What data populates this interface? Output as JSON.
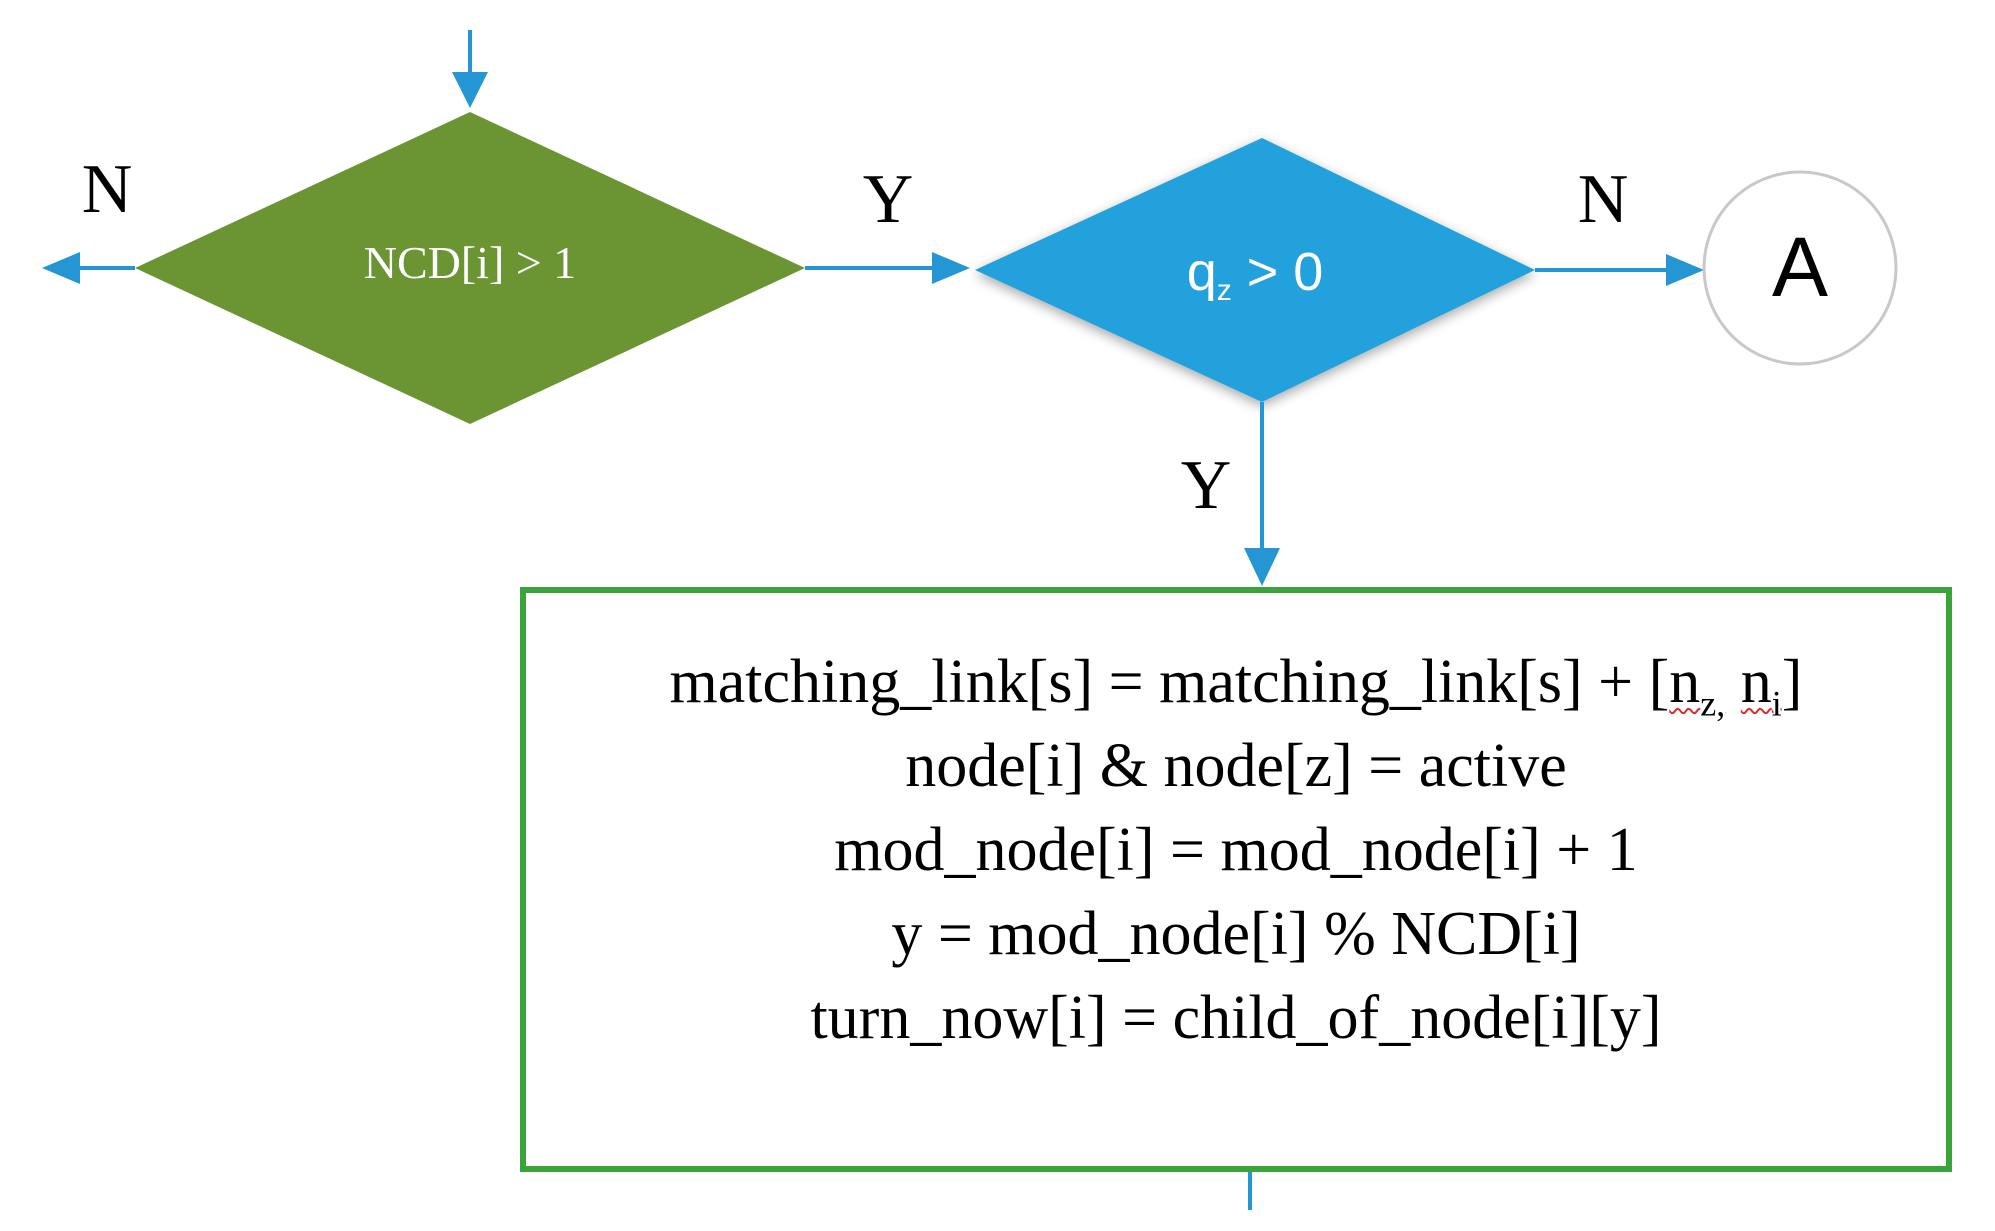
{
  "colors": {
    "arrow": "#2596d4",
    "diamond_left": "#6b9433",
    "diamond_right": "#21a1dd",
    "process_border": "#3aa43a",
    "connector_border": "#c8c8c8",
    "text_dark": "#000000",
    "text_light": "#ffffff"
  },
  "decision_left": {
    "text": "NCD[i] > 1",
    "yes_label": "Y",
    "no_label": "N"
  },
  "decision_right": {
    "text_main": "q",
    "text_sub": "z",
    "text_rest": " > 0",
    "yes_label": "Y",
    "no_label": "N"
  },
  "connector": {
    "label": "A"
  },
  "process": {
    "line1_prefix": "matching_link[s] = matching_link[s] + [",
    "line1_n1": "n",
    "line1_sub1": "z,",
    "line1_space": " ",
    "line1_n2": "n",
    "line1_sub2": "i",
    "line1_suffix": "]",
    "line2": "node[i] & node[z] = active",
    "line3": "mod_node[i] = mod_node[i] + 1",
    "line4": "y = mod_node[i] % NCD[i]",
    "line5": "turn_now[i] = child_of_node[i][y]"
  }
}
